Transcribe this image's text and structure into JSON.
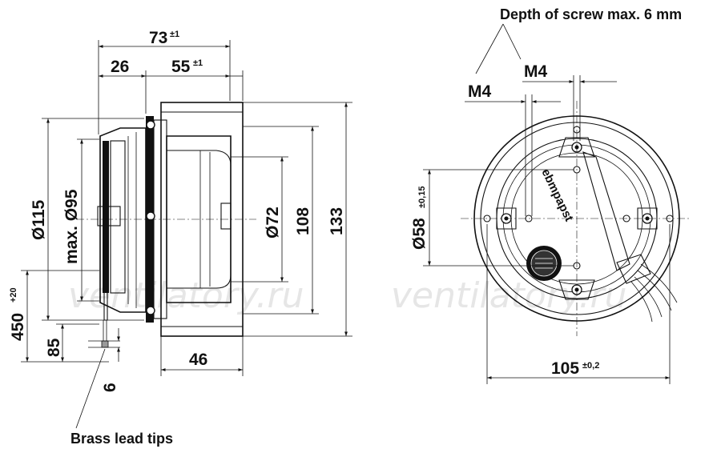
{
  "side_view": {
    "dim_overall_depth": "73",
    "dim_overall_depth_tol": "±1",
    "dim_motor_depth": "26",
    "dim_impeller_depth": "55",
    "dim_impeller_depth_tol": "±1",
    "dim_outer_diameter": "Ø115",
    "dim_max_diameter": "max. Ø95",
    "dim_inlet_diameter": "Ø72",
    "dim_height_108": "108",
    "dim_height_133": "133",
    "dim_width_46": "46",
    "dim_lead_length": "450",
    "dim_lead_length_tol": "+20",
    "dim_85": "85",
    "dim_6": "6",
    "brass_lead_note": "Brass lead tips"
  },
  "front_view": {
    "screw_note": "Depth of screw max. 6 mm",
    "thread_left": "M4",
    "thread_right": "M4",
    "dim_bolt_circle": "Ø58",
    "dim_bolt_circle_tol": "±0,15",
    "dim_hole_spacing": "105",
    "dim_hole_spacing_tol": "±0,2",
    "brand_label": "ebmpapst"
  },
  "watermark": {
    "left": "ventilatory.ru",
    "right": "ventilatory.ru"
  }
}
